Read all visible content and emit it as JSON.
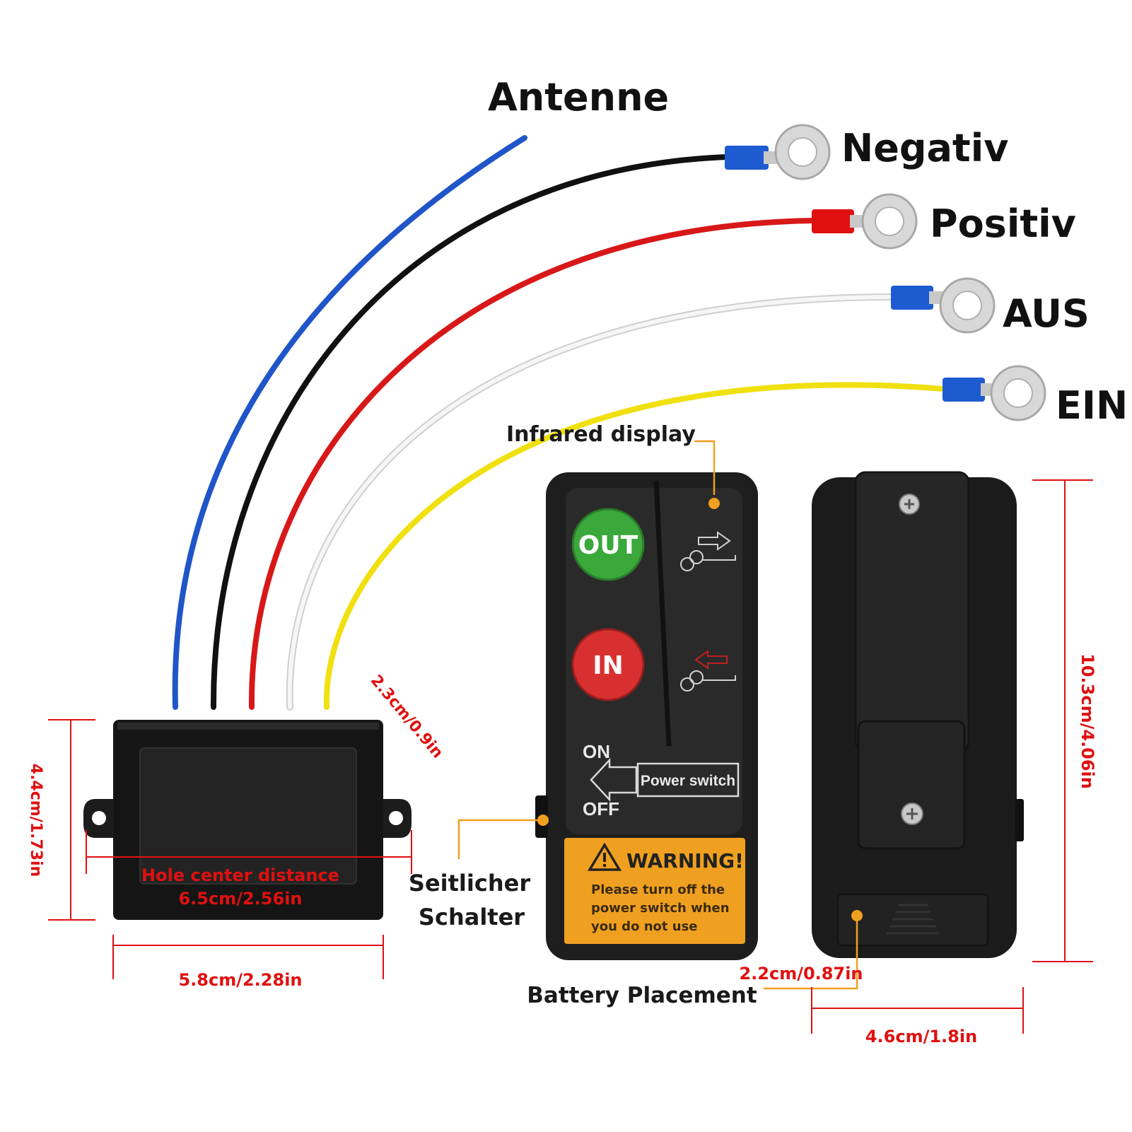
{
  "wires": [
    {
      "label": "Antenne",
      "color": "#1f55c8",
      "terminal": "none"
    },
    {
      "label": "Negativ",
      "color": "#111111",
      "terminal_color": "#1e5bd0"
    },
    {
      "label": "Positiv",
      "color": "#d81818",
      "terminal_color": "#e01010"
    },
    {
      "label": "AUS",
      "color": "#f2f2f2",
      "terminal_color": "#1e5bd0"
    },
    {
      "label": "EIN",
      "color": "#f0e010",
      "terminal_color": "#1e5bd0"
    }
  ],
  "callouts": {
    "infrared_display": "Infrared display",
    "side_switch_line1": "Seitlicher",
    "side_switch_line2": "Schalter",
    "battery_placement": "Battery Placement"
  },
  "remote": {
    "out_button": "OUT",
    "in_button": "IN",
    "on_label": "ON",
    "off_label": "OFF",
    "power_switch": "Power switch",
    "warning_title": "WARNING!",
    "warning_line1": "Please turn off the",
    "warning_line2": "power switch when",
    "warning_line3": "you do not use",
    "out_color": "#3aa83a",
    "in_color": "#d83030",
    "warning_color": "#f0a020"
  },
  "dimensions": {
    "receiver_height": "4.4cm/1.73in",
    "receiver_width": "5.8cm/2.28in",
    "receiver_depth": "2.3cm/0.9in",
    "hole_center_line1": "Hole center distance",
    "hole_center_line2": "6.5cm/2.56in",
    "remote_height": "10.3cm/4.06in",
    "remote_width": "4.6cm/1.8in",
    "remote_depth": "2.2cm/0.87in"
  }
}
